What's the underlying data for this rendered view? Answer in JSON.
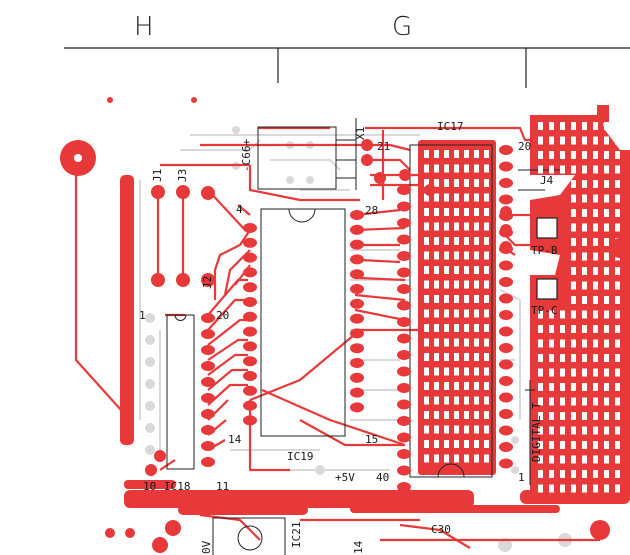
{
  "sheet": {
    "column_h": "H",
    "column_g": "G"
  },
  "colors": {
    "copper": "#e8393a",
    "silk": "#1a1a1a",
    "ghost": "#d9d9d9",
    "background": "#ffffff"
  },
  "components": {
    "c66": "-C66+",
    "x1": "X1",
    "ic17": "IC17",
    "ic19": "IC19",
    "ic18": "IC18",
    "ic21": "IC21",
    "c30": "C30",
    "j1": "J1",
    "j2": "J2",
    "j3": "J3",
    "j4": "J4",
    "tp_b": "TP-B",
    "tp_c": "TP-C",
    "digital_t": "DIGITAL T",
    "supply": "+5V"
  },
  "pins": {
    "p4": "4",
    "p21": "21",
    "p20_top": "20",
    "p28": "28",
    "p1_left": "1",
    "p20_left": "20",
    "p14": "14",
    "p15": "15",
    "p40": "40",
    "p10": "10",
    "p11": "11",
    "p1_bottom": "1",
    "p14_bottom": "14",
    "ov": "0V"
  }
}
